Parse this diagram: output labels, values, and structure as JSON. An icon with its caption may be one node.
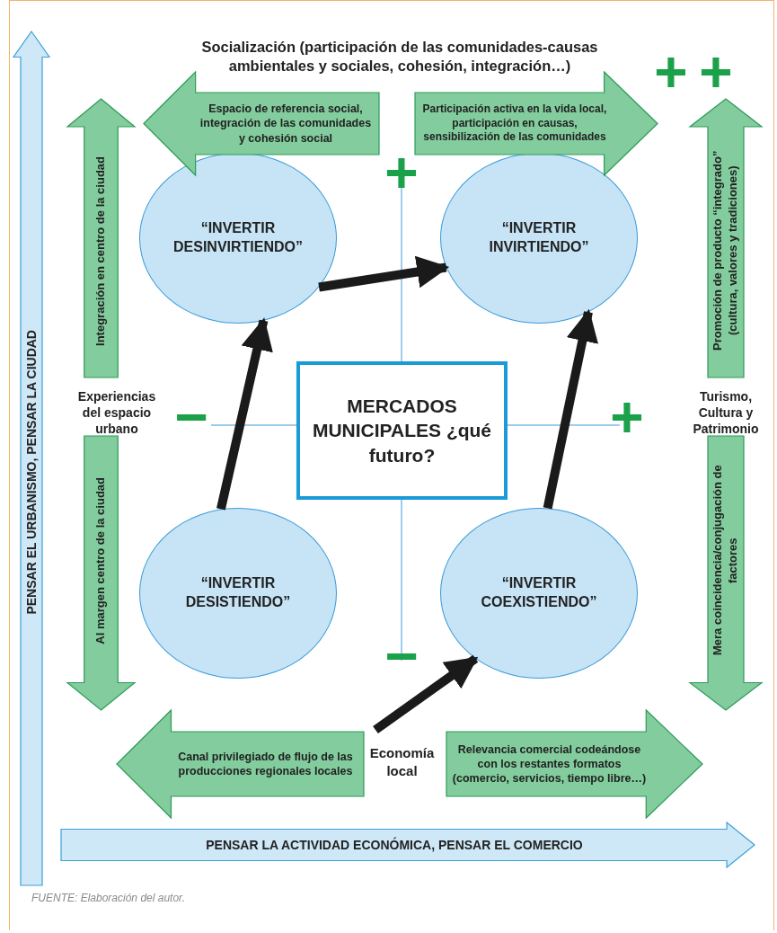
{
  "diagram": {
    "caption": "FUENTE: Elaboración del autor.",
    "nodes": [
      {
        "text": [
          "MERCADOS MUNICIPALES ¿qué futuro?"
        ]
      },
      {
        "text": [
          "“INVERTIR DESINVIRTIENDO”"
        ]
      },
      {
        "text": [
          "“INVERTIR INVIRTIENDO”"
        ]
      },
      {
        "text": [
          "“INVERTIR DESISTIENDO”"
        ]
      },
      {
        "text": [
          "“INVERTIR COEXISTIENDO”"
        ]
      },
      {
        "text": [
          "Espacio de referencia social, integración de las comunidades y cohesión social"
        ]
      },
      {
        "text": [
          "Participación activa en la vida local, participación en causas, sensibilización de las comunidades"
        ]
      },
      {
        "text": [
          "Integración en centro de la ciudad"
        ]
      },
      {
        "text": [
          "Promoción de producto “integrado” (cultura, valores y tradiciones)"
        ]
      },
      {
        "text": [
          "Al margen centro de la ciudad"
        ]
      },
      {
        "text": [
          "Mera coincidencia/conjugación de factores"
        ]
      },
      {
        "text": [
          "Canal privilegiado de flujo de las producciones regionales locales"
        ]
      },
      {
        "text": [
          "Relevancia comercial codeándose con los restantes formatos (comercio, servicios, tiempo libre…)"
        ]
      },
      {
        "text": [
          "PENSAR EL URBANISMO, PENSAR LA CIUDAD"
        ]
      },
      {
        "text": [
          "PENSAR LA ACTIVIDAD ECONÓMICA, PENSAR EL COMERCIO"
        ]
      }
    ],
    "edges": [
      {
        "from": 3,
        "to": 1,
        "arrow": "to"
      },
      {
        "from": 1,
        "to": 2,
        "arrow": "to"
      },
      {
        "from": 4,
        "to": 2,
        "arrow": "to"
      },
      {
        "from": null,
        "to": 4,
        "arrow": "to"
      }
    ],
    "labels": [
      "Socialización (participación de las comunidades-causas ambientales y sociales, cohesión, integración…)",
      "+",
      "+",
      "+",
      "Experiencias del espacio urbano",
      "−",
      "+",
      "Turismo, Cultura y Patrimonio",
      "−",
      "Economía local"
    ]
  }
}
